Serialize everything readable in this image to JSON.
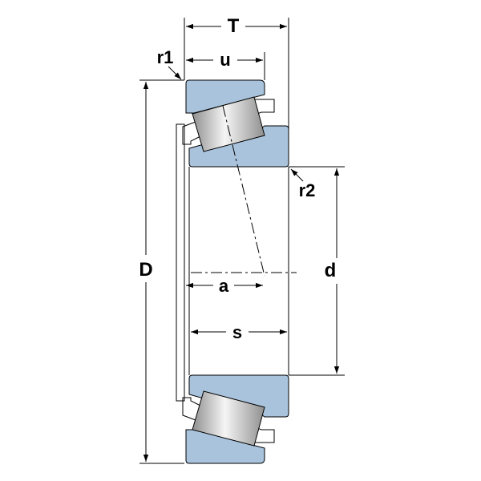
{
  "labels": {
    "T": "T",
    "u": "u",
    "r1": "r1",
    "r2": "r2",
    "D": "D",
    "d": "d",
    "a": "a",
    "s": "s"
  },
  "colors": {
    "ring_fill": "#a9c3dc",
    "roller_light": "#f5f5f5",
    "roller_dark": "#8f8f8f",
    "line": "#000000",
    "background": "#ffffff"
  }
}
